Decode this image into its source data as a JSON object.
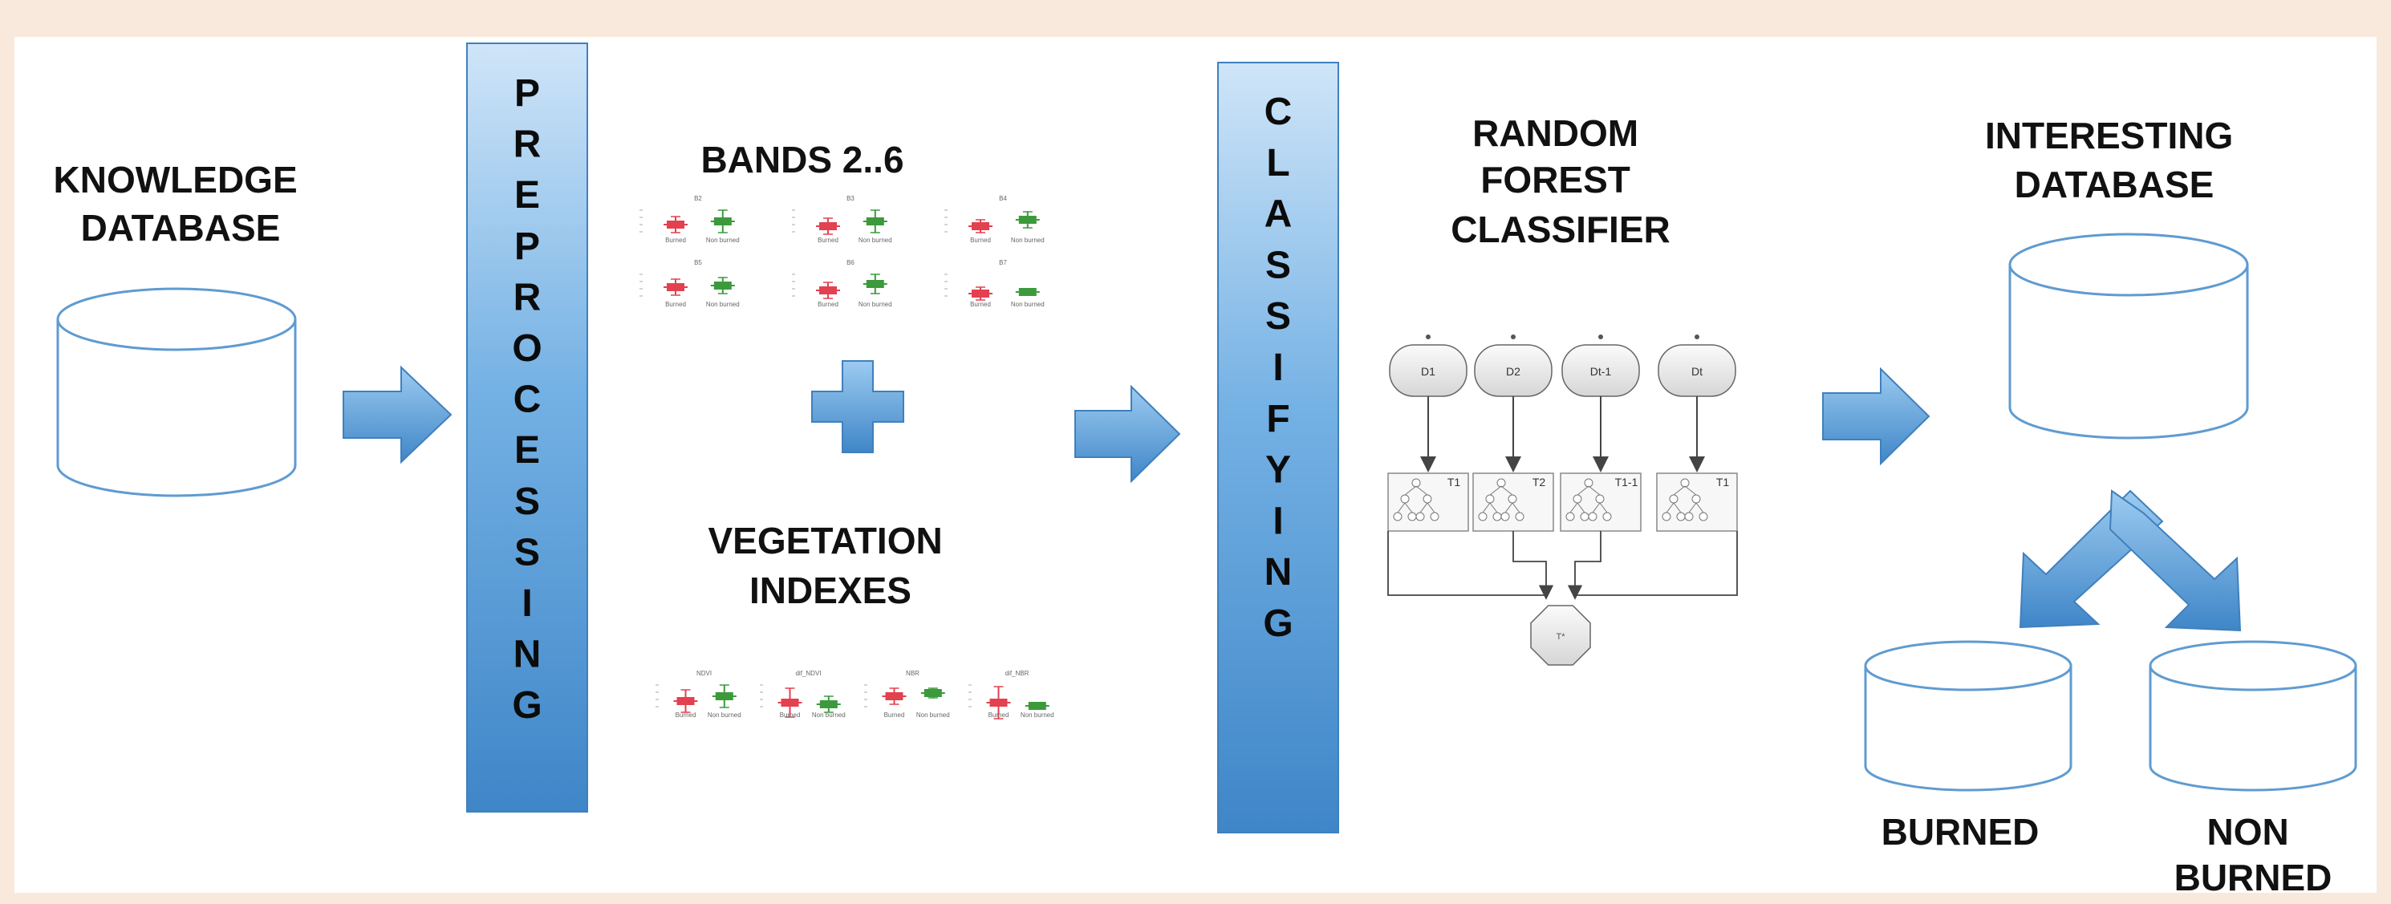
{
  "colors": {
    "background": "#f8e9dc",
    "panel": "#ffffff",
    "arrow_blue": "#5b9fd8",
    "burned_red": "#e34050",
    "non_burned_green": "#3c9a3c"
  },
  "labels": {
    "knowledge_database": [
      "KNOWLEDGE",
      "DATABASE"
    ],
    "preprocessing": [
      "P",
      "R",
      "E",
      "P",
      "R",
      "O",
      "C",
      "E",
      "S",
      "S",
      "I",
      "N",
      "G"
    ],
    "bands": "BANDS 2..6",
    "vegetation_indexes": [
      "VEGETATION",
      "INDEXES"
    ],
    "classifying": [
      "C",
      "L",
      "A",
      "S",
      "S",
      "I",
      "F",
      "Y",
      "I",
      "N",
      "G"
    ],
    "random_forest": [
      "RANDOM",
      "FOREST",
      "CLASSIFIER"
    ],
    "interesting_database": [
      "INTERESTING",
      "DATABASE"
    ],
    "burned": "BURNED",
    "non_burned": [
      "NON",
      "BURNED"
    ]
  },
  "bands_plots": {
    "titles": [
      "B2",
      "B3",
      "B4",
      "B5",
      "B6",
      "B7"
    ],
    "category_labels": [
      "Burned",
      "Non burned"
    ]
  },
  "index_plots": {
    "titles": [
      "NDVI",
      "dif_NDVI",
      "NBR",
      "dif_NBR"
    ],
    "category_labels": [
      "Burned",
      "Non burned"
    ]
  },
  "forest": {
    "datasets": [
      "D1",
      "D2",
      "Dt-1",
      "Dt"
    ],
    "trees": [
      "T1",
      "T2",
      "T1-1",
      "T1"
    ],
    "output": "T*"
  },
  "icons": [
    "database-cylinder",
    "right-arrow",
    "plus-icon",
    "split-arrow"
  ]
}
